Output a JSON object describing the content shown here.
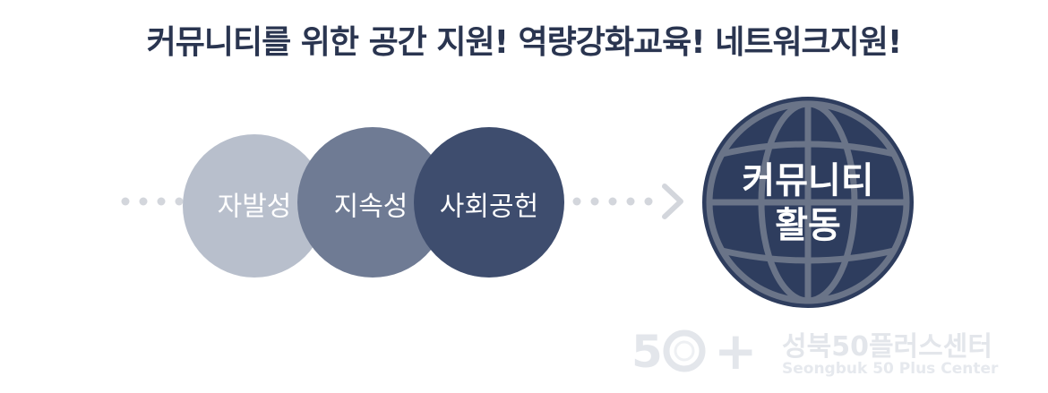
{
  "headline": "커뮤니티를 위한 공간 지원! 역량강화교육! 네트워크지원!",
  "circles": [
    {
      "label": "자발성",
      "color": "#b8bfcc"
    },
    {
      "label": "지속성",
      "color": "#6f7b94"
    },
    {
      "label": "사회공헌",
      "color": "#3e4d6e"
    }
  ],
  "arrow_color": "#d3d6dc",
  "globe": {
    "line1": "커뮤니티",
    "line2": "활동",
    "fill": "#2e3d5e",
    "grid_color": "#6a7488",
    "outline": "#2e3d5e"
  },
  "watermark": {
    "number": "5",
    "plus": "+",
    "name_kr": "성북50플러스센터",
    "name_en": "Seongbuk 50 Plus Center"
  }
}
